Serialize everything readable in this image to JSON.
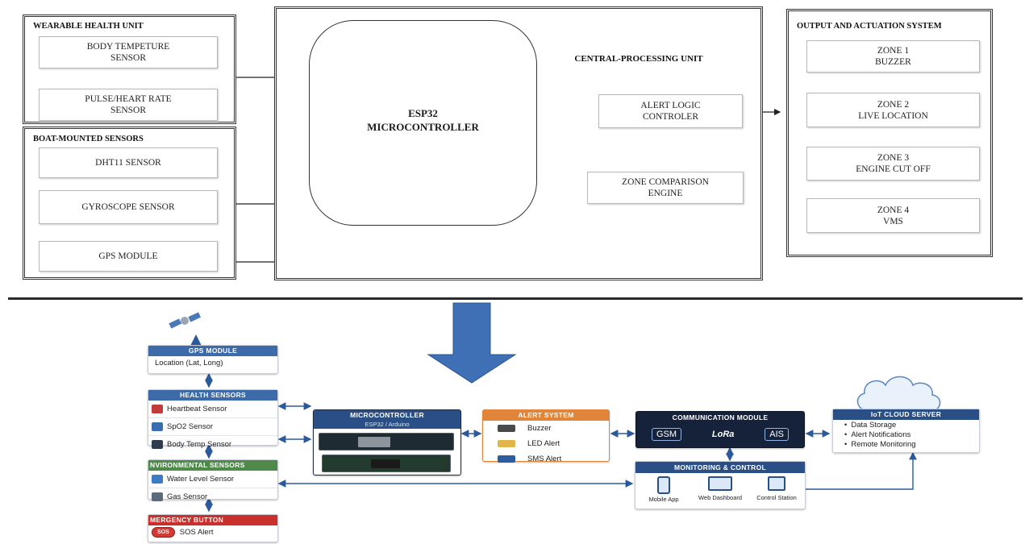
{
  "top": {
    "wearable": {
      "title": "WEARABLE HEALTH UNIT",
      "body_temp": "BODY TEMPETURE SENSOR",
      "pulse": "PULSE/HEART RATE SENSOR"
    },
    "boat": {
      "title": "BOAT-MOUNTED SENSORS",
      "dht": "DHT11 SENSOR",
      "gyro": "GYROSCOPE SENSOR",
      "gps": "GPS MODULE"
    },
    "cpu": {
      "title": "CENTRAL-PROCESSING UNIT",
      "mcu_line1": "ESP32",
      "mcu_line2": "MICROCONTROLLER",
      "alert_logic": "ALERT LOGIC CONTROLER",
      "zone_comparison": "ZONE COMPARISON ENGINE"
    },
    "output": {
      "title": "OUTPUT AND ACTUATION SYSTEM",
      "zones": [
        {
          "line1": "ZONE 1",
          "line2": "BUZZER"
        },
        {
          "line1": "ZONE 2",
          "line2": "LIVE LOCATION"
        },
        {
          "line1": "ZONE 3",
          "line2": "ENGINE CUT OFF"
        },
        {
          "line1": "ZONE 4",
          "line2": "VMS"
        }
      ]
    }
  },
  "bottom": {
    "gps": {
      "title": "GPS MODULE",
      "row": "Location (Lat, Long)"
    },
    "health": {
      "title": "HEALTH SENSORS",
      "rows": [
        "Heartbeat Sensor",
        "SpO2 Sensor",
        "Body Temp Sensor"
      ]
    },
    "env": {
      "title": "NVIRONMENTAL SENSORS",
      "rows": [
        "Water Level Sensor",
        "Gas Sensor"
      ]
    },
    "emergency": {
      "title": "MERGENCY BUTTON",
      "badge": "SOS",
      "row": "SOS Alert"
    },
    "mcu": {
      "title": "MICROCONTROLLER",
      "subtitle": "ESP32 / Arduino"
    },
    "alert": {
      "title": "ALERT SYSTEM",
      "rows": [
        "Buzzer",
        "LED Alert",
        "SMS Alert"
      ]
    },
    "comm": {
      "title": "COMMUNICATION MODULE",
      "items": [
        "GSM",
        "LoRa",
        "AIS"
      ]
    },
    "monitor": {
      "title": "MONITORING & CONTROL",
      "items": [
        "Mobile App",
        "Web Dashboard",
        "Control Station"
      ]
    },
    "cloud": {
      "title": "IoT CLOUD SERVER",
      "rows": [
        "Data Storage",
        "Alert Notifications",
        "Remote Monitoring"
      ]
    }
  },
  "colors": {
    "card_header_blue": "#3d6aa8",
    "env_green": "#4f8a4a",
    "emergency_red": "#c9302c",
    "alert_orange": "#e0853a",
    "comm_dark": "#16213a",
    "big_arrow": "#3f6fb4"
  }
}
